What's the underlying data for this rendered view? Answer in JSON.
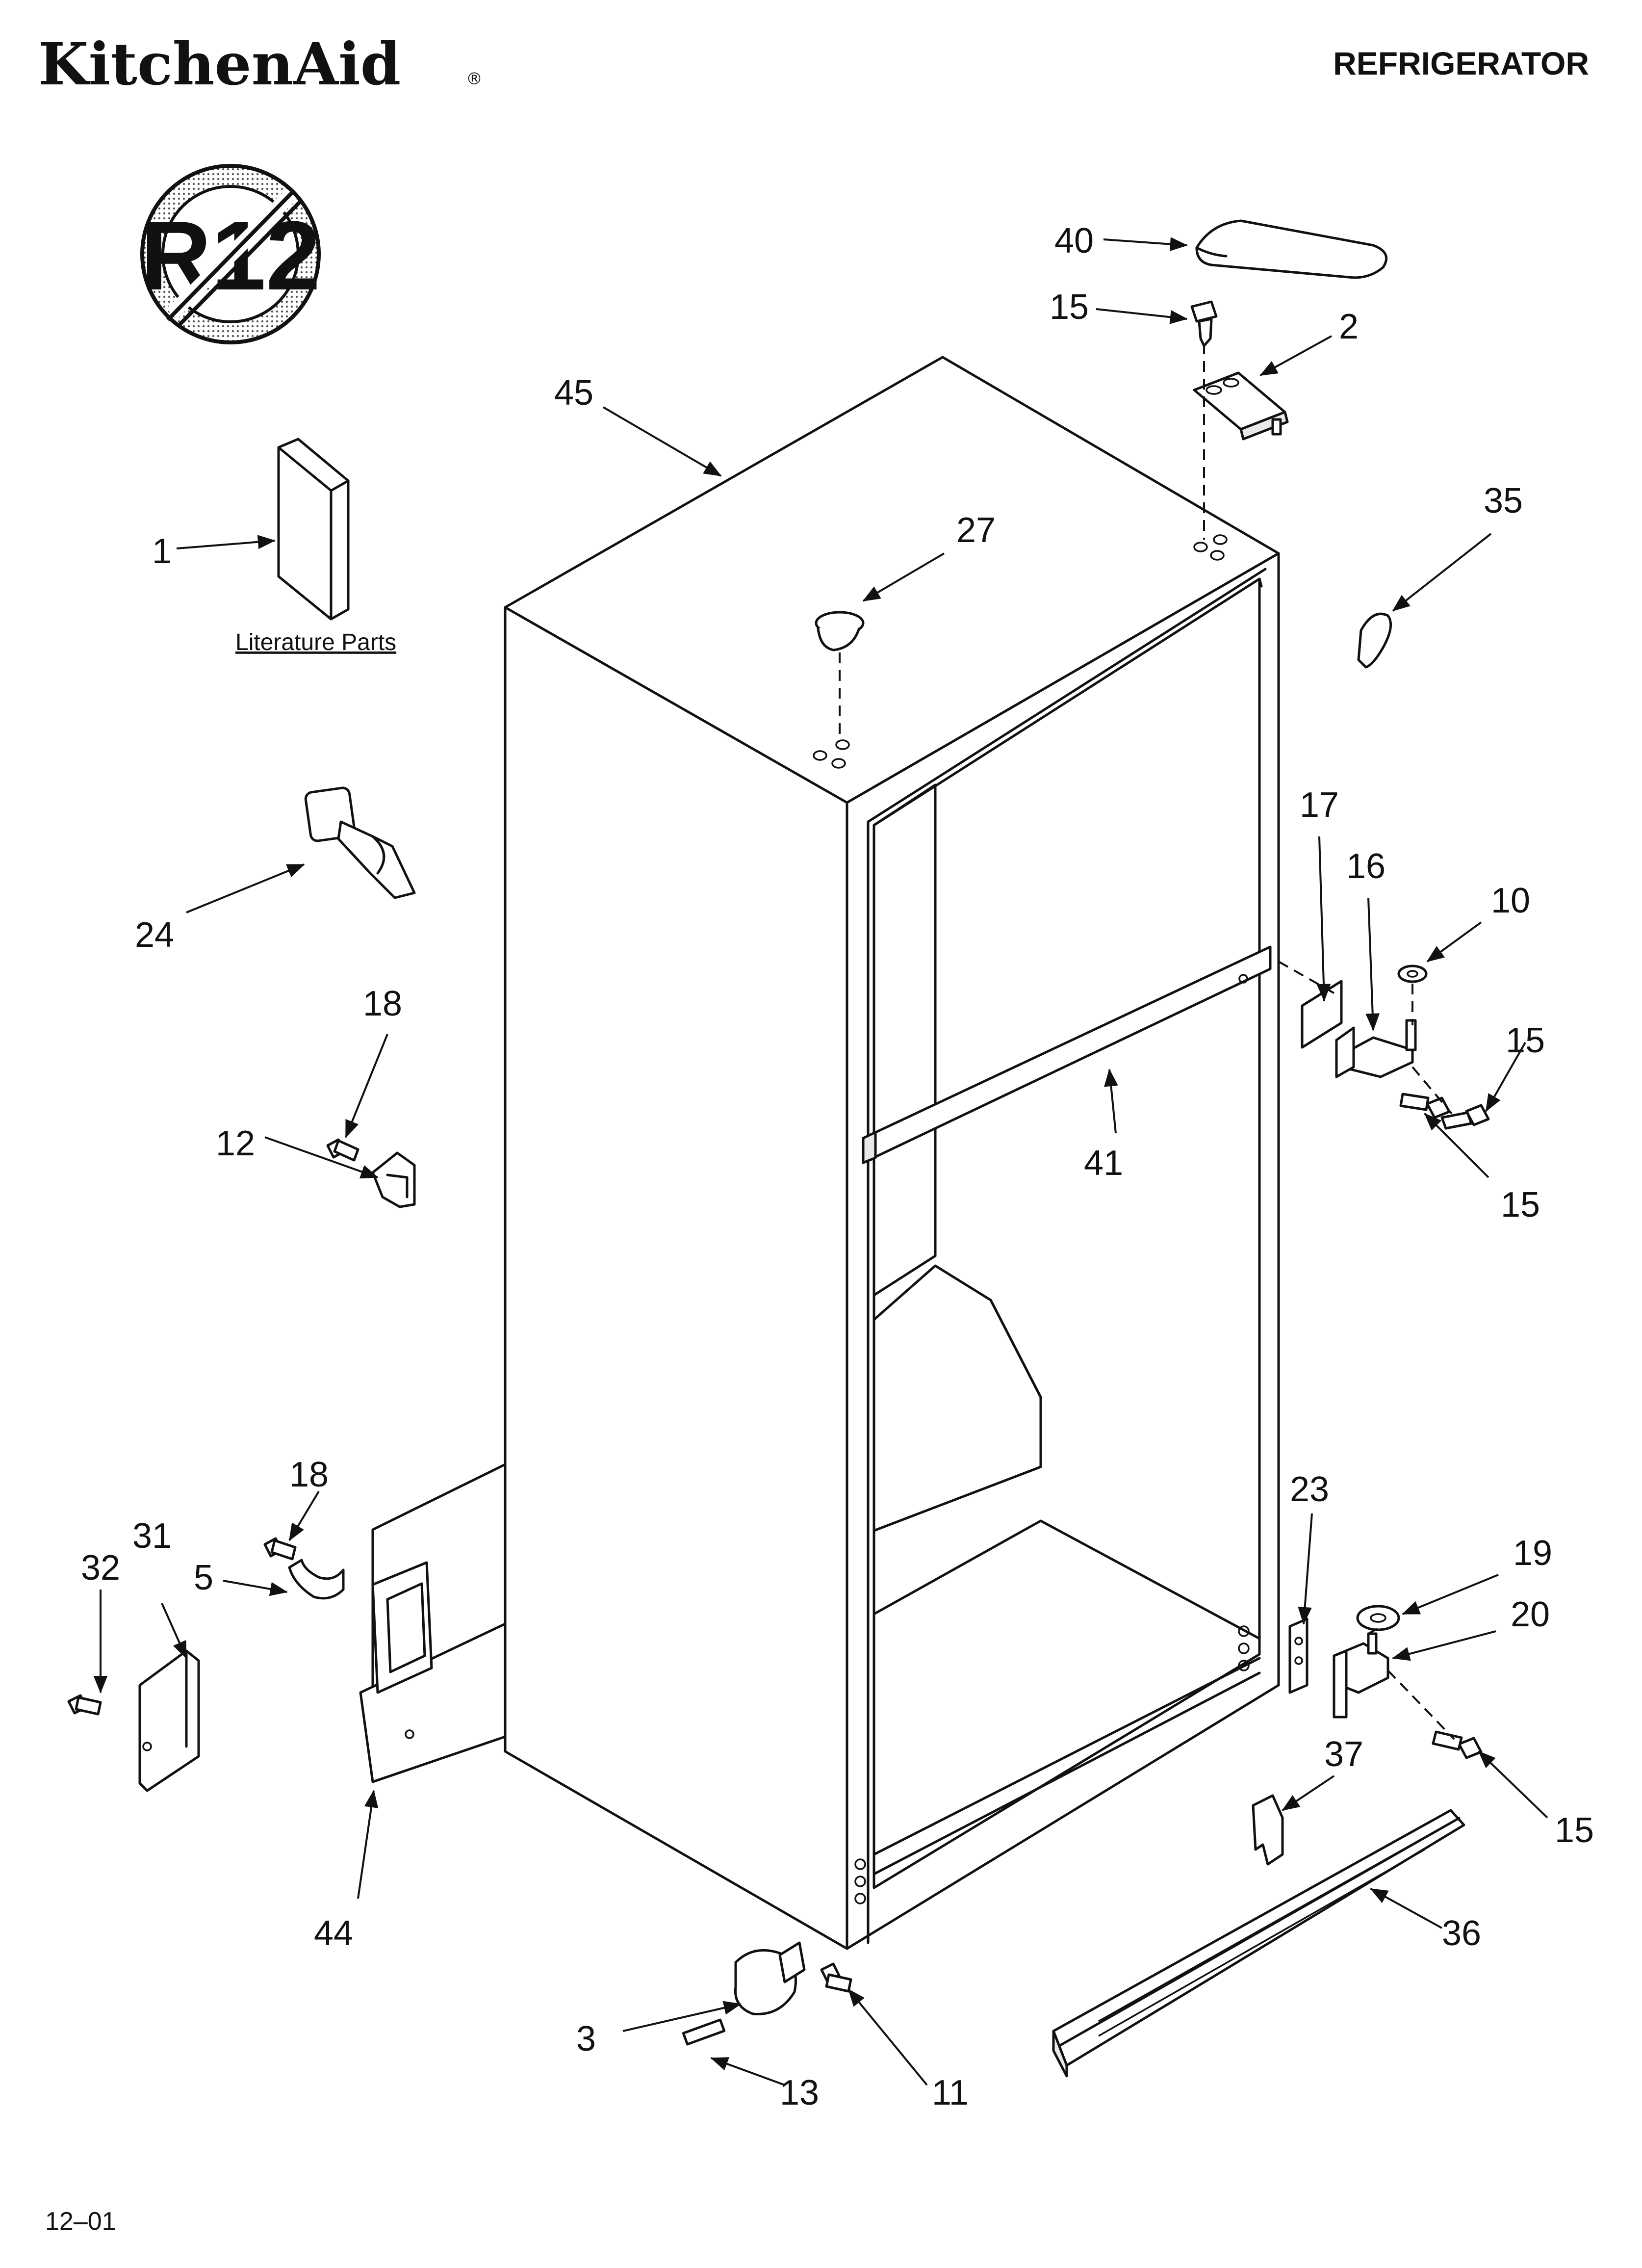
{
  "header": {
    "brand": "KitchenAid",
    "brand_mark": "®",
    "title": "REFRIGERATOR"
  },
  "badge": {
    "text": "R12",
    "icon": "no-r12-prohibition-icon"
  },
  "literature_label": "Literature Parts",
  "callouts": {
    "c1": "1",
    "c2": "2",
    "c3": "3",
    "c5": "5",
    "c10": "10",
    "c11": "11",
    "c12": "12",
    "c13": "13",
    "c15a": "15",
    "c15b": "15",
    "c15c": "15",
    "c15d": "15",
    "c16": "16",
    "c17": "17",
    "c18a": "18",
    "c18b": "18",
    "c19": "19",
    "c20": "20",
    "c23": "23",
    "c24": "24",
    "c27": "27",
    "c31": "31",
    "c32": "32",
    "c35": "35",
    "c36": "36",
    "c37": "37",
    "c40": "40",
    "c41": "41",
    "c44": "44",
    "c45": "45"
  },
  "footer": {
    "code": "12–01"
  }
}
